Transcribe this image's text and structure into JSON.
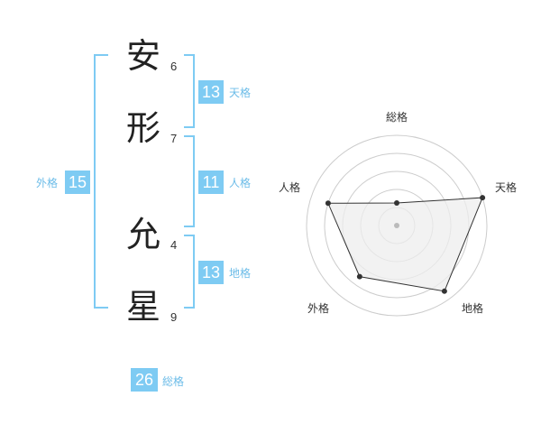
{
  "name": {
    "characters": [
      {
        "char": "安",
        "strokes": "6"
      },
      {
        "char": "形",
        "strokes": "7"
      },
      {
        "char": "允",
        "strokes": "4"
      },
      {
        "char": "星",
        "strokes": "9"
      }
    ]
  },
  "fortunes": {
    "tenkaku": {
      "value": "13",
      "label": "天格"
    },
    "jinkaku": {
      "value": "11",
      "label": "人格"
    },
    "chikaku": {
      "value": "13",
      "label": "地格"
    },
    "gaikaku": {
      "value": "15",
      "label": "外格"
    },
    "soukaku": {
      "value": "26",
      "label": "総格"
    }
  },
  "radar": {
    "axes": [
      "総格",
      "天格",
      "地格",
      "外格",
      "人格"
    ],
    "levels": 5,
    "values": [
      0.25,
      1.0,
      0.9,
      0.7,
      0.8
    ],
    "colors": {
      "fill": "#eeeeee",
      "stroke": "#333333",
      "grid": "#cccccc",
      "point": "#333333",
      "center": "#bbbbbb"
    }
  }
}
